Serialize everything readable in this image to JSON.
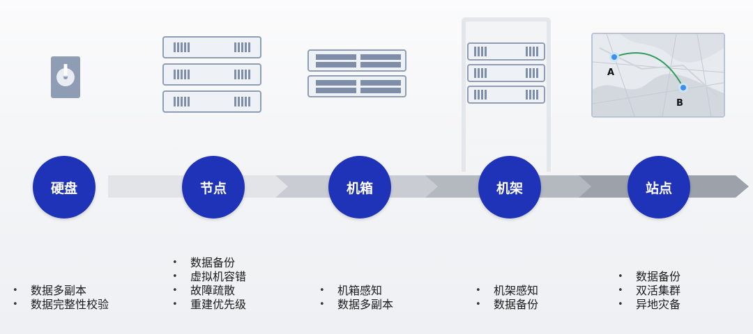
{
  "levels": [
    {
      "label": "硬盘",
      "icon": "hard-disk-icon",
      "features": [
        "数据多副本",
        "数据完整性校验"
      ]
    },
    {
      "label": "节点",
      "icon": "server-node-icon",
      "features": [
        "数据备份",
        "虚拟机容错",
        "故障疏散",
        "重建优先级"
      ]
    },
    {
      "label": "机箱",
      "icon": "chassis-icon",
      "features": [
        "机箱感知",
        "数据多副本"
      ]
    },
    {
      "label": "机架",
      "icon": "rack-icon",
      "features": [
        "机架感知",
        "数据备份"
      ]
    },
    {
      "label": "站点",
      "icon": "site-map-icon",
      "features": [
        "数据备份",
        "双活集群",
        "异地灾备"
      ]
    }
  ],
  "map": {
    "site_a": "A",
    "site_b": "B"
  },
  "colors": {
    "circle": "#1f33b8",
    "icon_stroke": "#8e9db4",
    "route": "#2e9b57",
    "pin": "#3b8ff0"
  }
}
